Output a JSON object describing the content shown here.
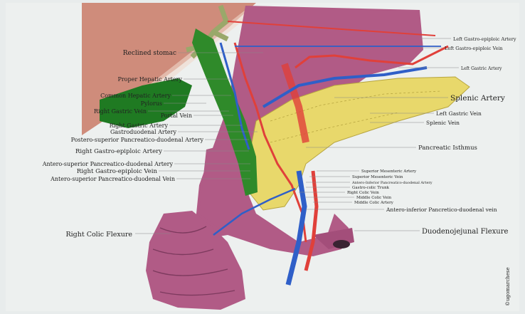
{
  "diagram": {
    "colors": {
      "background": "#e8ecec",
      "stomach": "#b15b86",
      "pancreas": "#e8d86b",
      "artery": "#e0403a",
      "vein": "#2f5fc8",
      "liver": "#c97a66",
      "gallbladder": "#1f7a22"
    },
    "labels_left": [
      {
        "text": "Reclined stomac"
      },
      {
        "text": "Proper Hepatic Artery"
      },
      {
        "text": "Common Hepatic Artery"
      },
      {
        "text": "Pylorus"
      },
      {
        "text": "Right Gastric Vein"
      },
      {
        "text": "Portal Vein"
      },
      {
        "text": "Right Gastric Artery"
      },
      {
        "text": "Gastroduodenal Artery"
      },
      {
        "text": "Postero-superior Pancreatico-duodenal Artery"
      },
      {
        "text": "Right Gastro-epiploic Artery"
      },
      {
        "text": "Antero-superior Pancreatico-duodenal Artery"
      },
      {
        "text": "Right Gastro-epiploic Vein"
      },
      {
        "text": "Antero-superior Pancreatico-duodenal Vein"
      },
      {
        "text": "Right Colic Flexure"
      }
    ],
    "labels_right": [
      {
        "text": "Left Gastro-epiploic Artery"
      },
      {
        "text": "Left Gastro-epiploic Vein"
      },
      {
        "text": "Left Gastric Artery"
      },
      {
        "text": "Splenic Artery"
      },
      {
        "text": "Left Gastric Vein"
      },
      {
        "text": "Splenic Vein"
      },
      {
        "text": "Pancreatic Isthmus"
      },
      {
        "text": "Superior Mesenteric Artery"
      },
      {
        "text": "Superior Mesenteric Vein"
      },
      {
        "text": "Antero-Inferior Pancreatico-duodenal Artery"
      },
      {
        "text": "Gastro-colic Trunk"
      },
      {
        "text": "Right Colic Vein"
      },
      {
        "text": "Middle Colic Vein"
      },
      {
        "text": "Middle Colic Artery"
      },
      {
        "text": "Antero-inferior Pancretico-duodenal vein"
      },
      {
        "text": "Duodenojejunal Flexure"
      }
    ],
    "signature": "©ugomarchese"
  }
}
